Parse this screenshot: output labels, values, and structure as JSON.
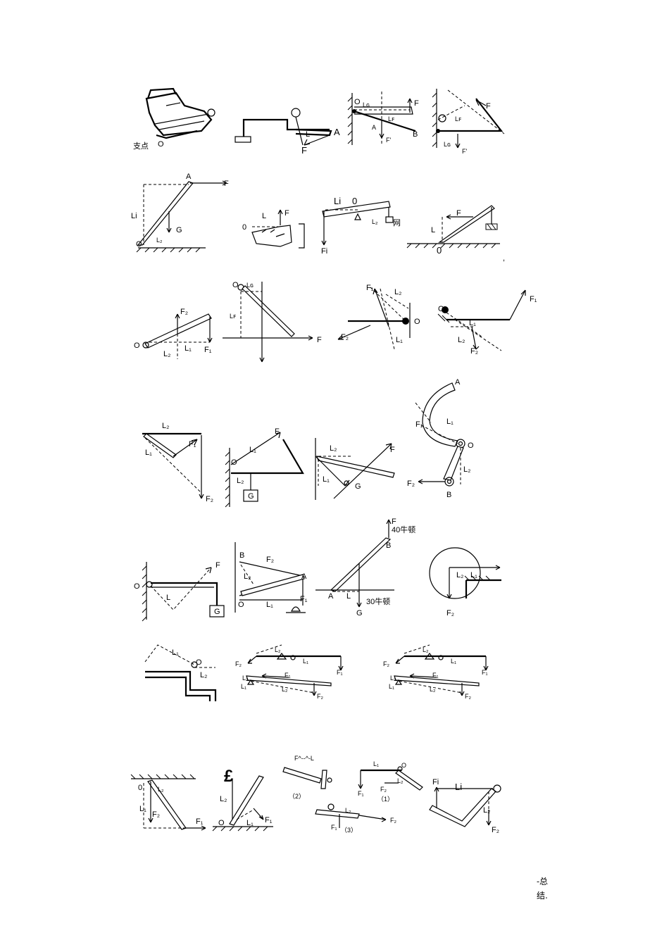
{
  "labels": {
    "fulcrum_cn": "支点",
    "O": "O",
    "zero": "0",
    "A": "A",
    "B": "B",
    "F": "F",
    "F_prime": "F'",
    "G": "G",
    "L": "L",
    "Li": "Li",
    "Fi": "Fi",
    "L1": "L₁",
    "L2": "L₂",
    "F1": "F₁",
    "F2": "F₂",
    "Lg": "Lɢ",
    "LF": "Lꜰ",
    "net_cn": "网",
    "force_40": "40牛顿",
    "force_30": "30牛顿",
    "pound": "£",
    "num1": "（1）",
    "num2": "（2）",
    "num3": "（3）",
    "tilde_label": "F^--^-L",
    "stray_comma": ","
  },
  "footer": {
    "line1": "-总",
    "line2": "结."
  }
}
